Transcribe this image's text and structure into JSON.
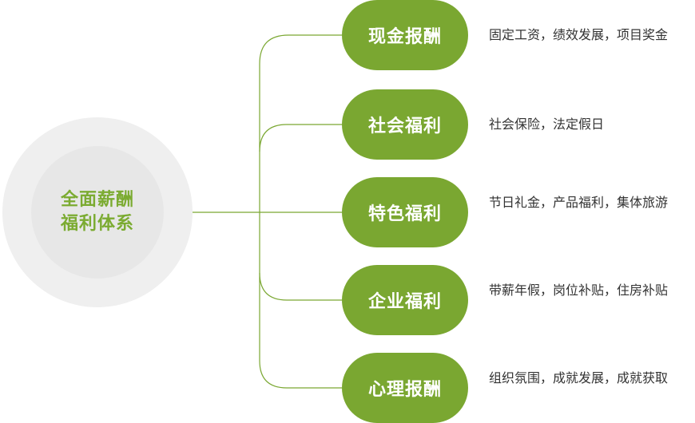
{
  "center": {
    "line1": "全面薪酬",
    "line2": "福利体系"
  },
  "branches": [
    {
      "label": "现金报酬",
      "desc": "固定工资，绩效发展，项目奖金"
    },
    {
      "label": "社会福利",
      "desc": "社会保险，法定假日"
    },
    {
      "label": "特色福利",
      "desc": "节日礼金，产品福利，集体旅游"
    },
    {
      "label": "企业福利",
      "desc": "带薪年假，岗位补贴，住房补贴"
    },
    {
      "label": "心理报酬",
      "desc": "组织氛围，成就发展，成就获取"
    }
  ],
  "colors": {
    "accent": "#7aa731",
    "hub_outer": "#efefef",
    "hub_inner": "#e7e7e7",
    "text": "#333333"
  }
}
